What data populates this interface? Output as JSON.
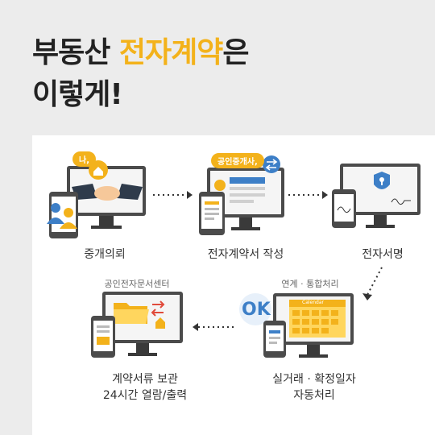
{
  "title": {
    "line1_prefix": "부동산 ",
    "line1_highlight": "전자계약",
    "line1_suffix": "은",
    "line2": "이렇게!"
  },
  "colors": {
    "highlight": "#f3b21b",
    "blue": "#3d7fc7",
    "dark": "#333333",
    "background": "#ececec"
  },
  "steps": {
    "step1": {
      "label": "중개의뢰",
      "tag": "나,"
    },
    "step2": {
      "label": "전자계약서 작성",
      "tag": "공인중개사,"
    },
    "step3": {
      "label": "전자서명"
    },
    "step4": {
      "top_label": "연계 · 통합처리",
      "label_line1": "실거래 · 확정일자",
      "label_line2": "자동처리",
      "ok_text": "OK",
      "calendar_text": "Calendar"
    },
    "step5": {
      "top_label": "공인전자문서센터",
      "label_line1": "계약서류 보관",
      "label_line2": "24시간 열람/출력"
    }
  }
}
